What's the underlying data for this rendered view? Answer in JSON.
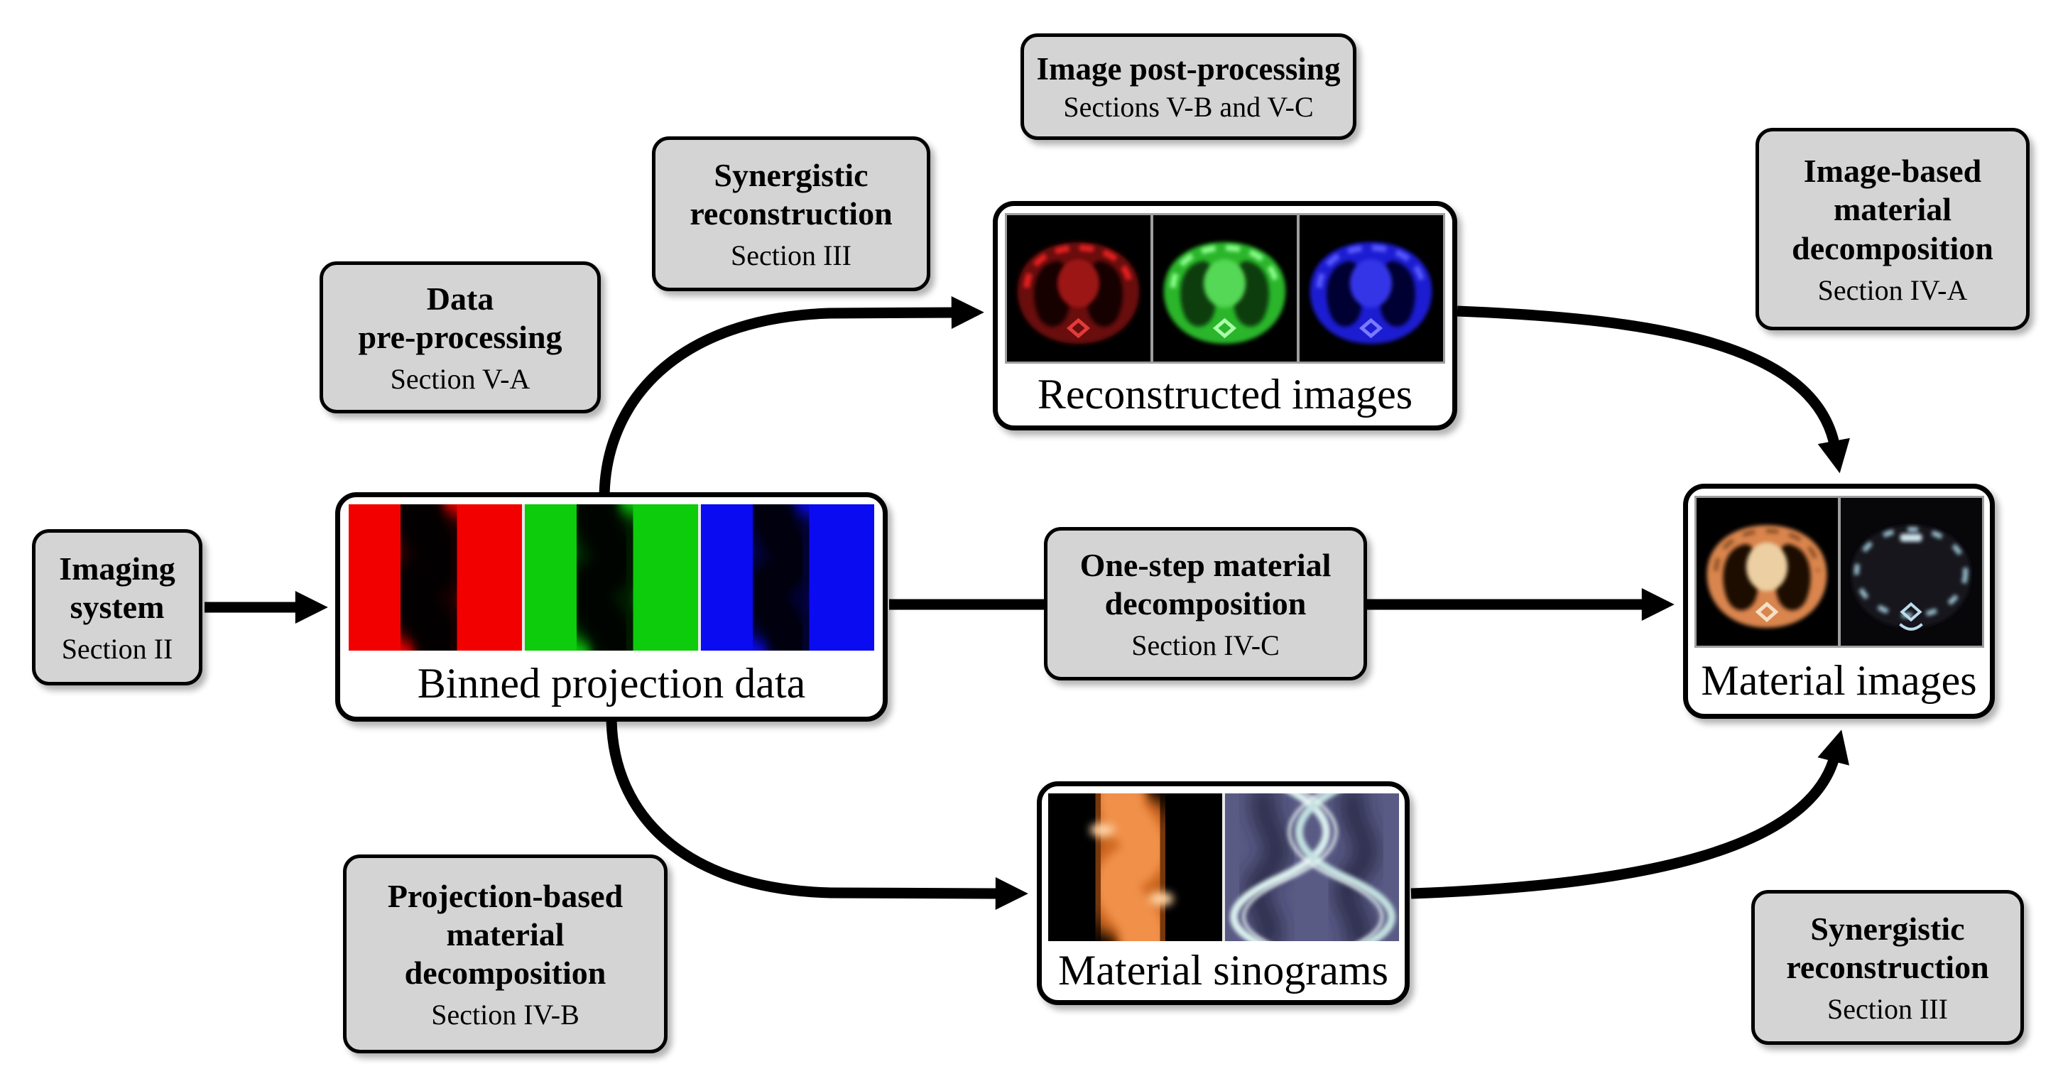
{
  "figure": {
    "type": "flow-diagram",
    "background": "#ffffff"
  },
  "colors": {
    "label_box_fill": "#d4d4d4",
    "border": "#000000",
    "bin_red": "#f20000",
    "bin_green": "#0ccc0c",
    "bin_blue": "#0b0bf2",
    "sino_orange_glow": "#f09048",
    "sino_slate_bg": "#5a5b85",
    "sino_ribbon": "#dbf0ee",
    "material_body_orange": "#d9854d",
    "bone_rim": "#9cc2d2"
  },
  "labels": {
    "imaging_system": {
      "line1": "Imaging",
      "line2": "system",
      "section": "Section II"
    },
    "data_preprocessing": {
      "line1": "Data",
      "line2": "pre-processing",
      "section": "Section V-A"
    },
    "synergistic_reconstruction_top": {
      "line1": "Synergistic",
      "line2": "reconstruction",
      "section": "Section III"
    },
    "image_postprocessing": {
      "line1": "Image post-processing",
      "section": "Sections V-B and V-C"
    },
    "image_based_decomposition": {
      "line1": "Image-based",
      "line2": "material",
      "line3": "decomposition",
      "section": "Section IV-A"
    },
    "one_step_decomposition": {
      "line1": "One-step material",
      "line2": "decomposition",
      "section": "Section IV-C"
    },
    "projection_based_decomposition": {
      "line1": "Projection-based",
      "line2": "material",
      "line3": "decomposition",
      "section": "Section IV-B"
    },
    "synergistic_reconstruction_bottom": {
      "line1": "Synergistic",
      "line2": "reconstruction",
      "section": "Section III"
    }
  },
  "nodes": {
    "binned_projection_data": {
      "caption": "Binned projection data"
    },
    "reconstructed_images": {
      "caption": "Reconstructed images"
    },
    "material_images": {
      "caption": "Material images"
    },
    "material_sinograms": {
      "caption": "Material sinograms"
    }
  }
}
